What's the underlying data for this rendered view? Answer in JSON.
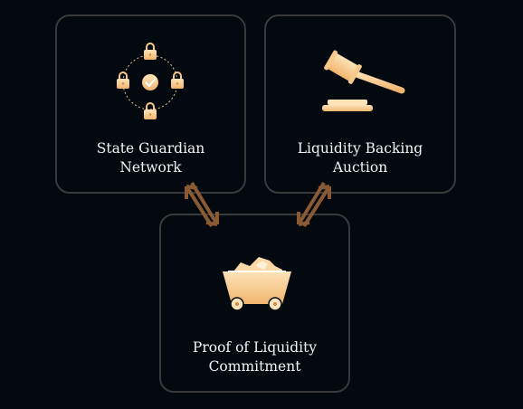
{
  "nodes": [
    {
      "id": "state_guardian_network",
      "label": "State Guardian\nNetwork",
      "icon": "padlock-ring-checkmark-icon"
    },
    {
      "id": "liquidity_backing_auction",
      "label": "Liquidity Backing\nAuction",
      "icon": "gavel-icon"
    },
    {
      "id": "proof_of_liquidity_commitment",
      "label": "Proof of Liquidity\nCommitment",
      "icon": "mine-cart-icon"
    }
  ],
  "edges": [
    {
      "from": "state_guardian_network",
      "to": "proof_of_liquidity_commitment",
      "style": "bidirectional"
    },
    {
      "from": "liquidity_backing_auction",
      "to": "proof_of_liquidity_commitment",
      "style": "bidirectional"
    }
  ],
  "colors": {
    "background": "#03090f",
    "card_border": "#3a3a3a",
    "text": "#f2f2f2",
    "icon_gold": "#f6c98a",
    "icon_light": "#fde3b8",
    "arrow": "#8a5a34"
  }
}
